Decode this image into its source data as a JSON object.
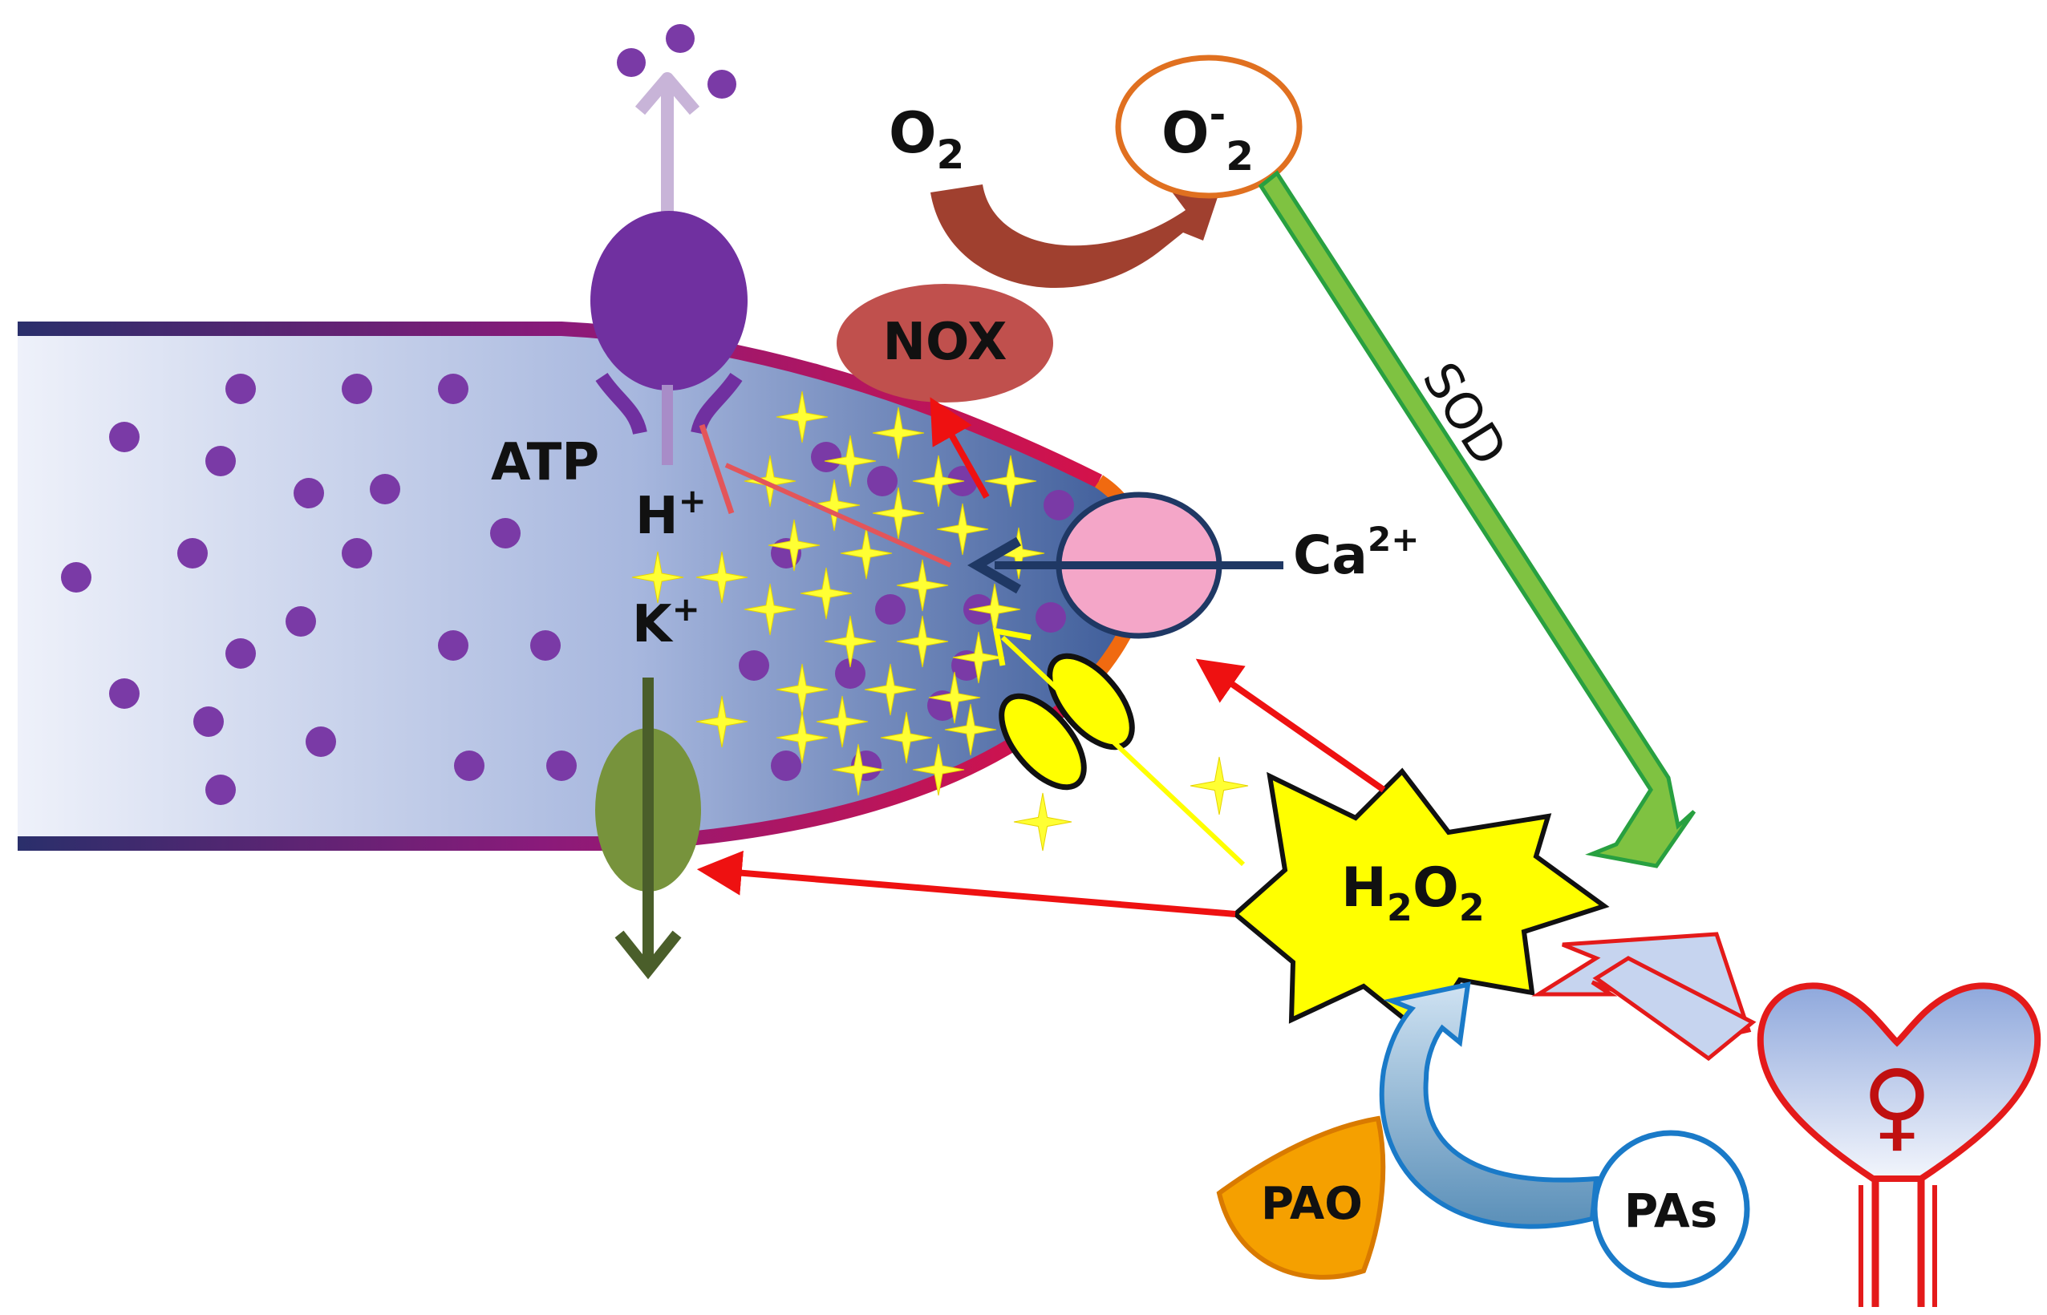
{
  "labels": {
    "o2": "O",
    "o2_sub": "2",
    "superoxide": "O",
    "superoxide_sup": "-",
    "superoxide_sub": "2",
    "nox": "NOX",
    "sod": "SOD",
    "atp": "ATP",
    "h_plus": "H",
    "h_plus_sup": "+",
    "k_plus": "K",
    "k_plus_sup": "+",
    "calcium": "Ca",
    "calcium_sup": "2+",
    "h2o2_h": "H",
    "h2o2_sub1": "2",
    "h2o2_o": "O",
    "h2o2_sub2": "2",
    "pao": "PAO",
    "pas": "PAs",
    "female_symbol": "♀"
  },
  "colors": {
    "tube_gradient_start": "#eef1fa",
    "tube_gradient_end": "#3c5b98",
    "tube_wall": "#6a1b7a",
    "tip_wall": "#e8102a",
    "vesicle": "#7a3aa6",
    "atpase": "#7030a0",
    "nox": "#c0504d",
    "o2_arrow": "#a0402f",
    "superoxide_ring": "#e07020",
    "sod_arrow": "#7fc241",
    "ca_channel": "#f4a6c8",
    "ca_arrow": "#1f3864",
    "h2o2": "#ffff00",
    "stars": "#ffff33",
    "k_channel": "#77933c",
    "signal_arrow": "#ee1111",
    "pao": "#f5a000",
    "pas_ring": "#1a7ac8",
    "heart_outline": "#e41a1a"
  }
}
